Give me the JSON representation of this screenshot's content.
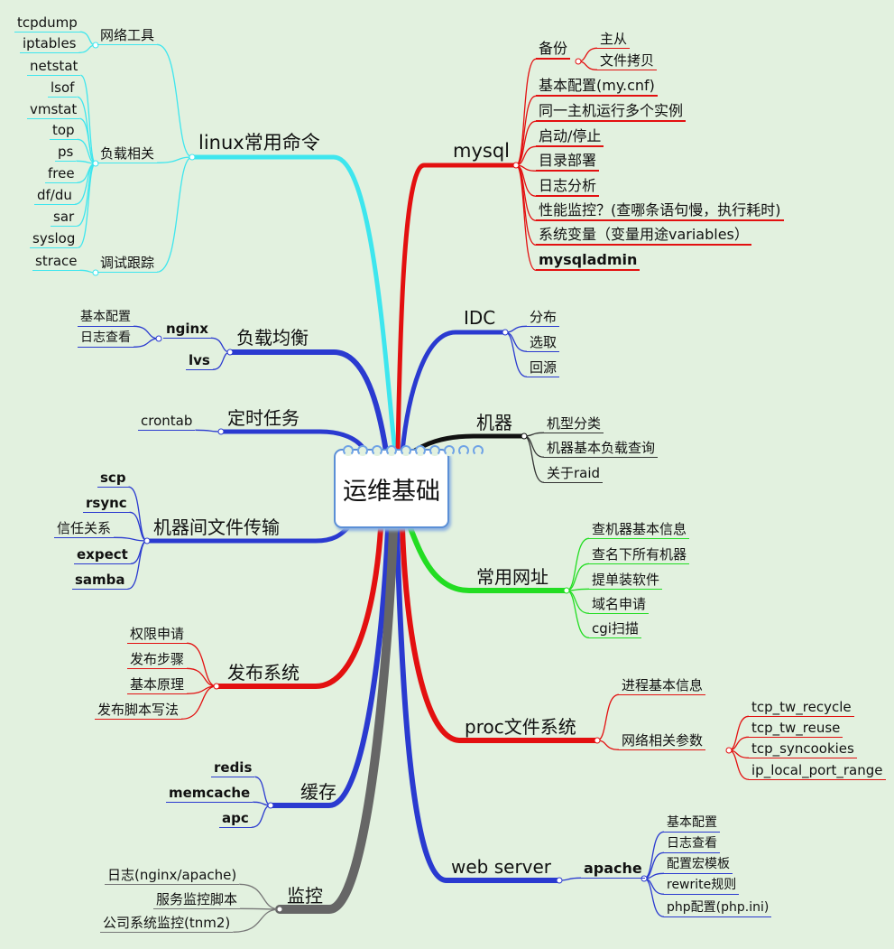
{
  "center": "运维基础",
  "colors": {
    "linux": "#3ee6ee",
    "mysql": "#e31010",
    "blue": "#2a3ad0",
    "machine": "#111111",
    "urls": "#22dd22",
    "monitor": "#666666",
    "background": "#e2f1df"
  },
  "linux": {
    "label": "linux常用命令",
    "groups": [
      {
        "label": "网络工具",
        "items": [
          "tcpdump",
          "iptables"
        ]
      },
      {
        "label": "负载相关",
        "items": [
          "netstat",
          "lsof",
          "vmstat",
          "top",
          "ps",
          "free",
          "df/du",
          "sar",
          "syslog"
        ]
      },
      {
        "label": "调试跟踪",
        "items": [
          "strace"
        ]
      }
    ]
  },
  "mysql": {
    "label": "mysql",
    "backup": {
      "label": "备份",
      "items": [
        "主从",
        "文件拷贝"
      ]
    },
    "items": [
      "基本配置(my.cnf)",
      "同一主机运行多个实例",
      "启动/停止",
      "目录部署",
      "日志分析",
      "性能监控？(查哪条语句慢，执行耗时)",
      "系统变量（变量用途variables）",
      "mysqladmin"
    ]
  },
  "idc": {
    "label": "IDC",
    "items": [
      "分布",
      "选取",
      "回源"
    ]
  },
  "machine": {
    "label": "机器",
    "items": [
      "机型分类",
      "机器基本负载查询",
      "关于raid"
    ]
  },
  "urls": {
    "label": "常用网址",
    "items": [
      "查机器基本信息",
      "查名下所有机器",
      "提单装软件",
      "域名申请",
      "cgi扫描"
    ]
  },
  "proc": {
    "label": "proc文件系统",
    "process": "进程基本信息",
    "net": {
      "label": "网络相关参数",
      "items": [
        "tcp_tw_recycle",
        "tcp_tw_reuse",
        "tcp_syncookies",
        "ip_local_port_range"
      ]
    }
  },
  "web_server": {
    "label": "web server",
    "apache": {
      "label": "apache",
      "items": [
        "基本配置",
        "日志查看",
        "配置宏模板",
        "rewrite规则",
        "php配置(php.ini)"
      ]
    }
  },
  "load_balance": {
    "label": "负载均衡",
    "nginx": {
      "label": "nginx",
      "items": [
        "基本配置",
        "日志查看"
      ]
    },
    "lvs": "lvs"
  },
  "cron": {
    "label": "定时任务",
    "items": [
      "crontab"
    ]
  },
  "file_transfer": {
    "label": "机器间文件传输",
    "items": [
      "scp",
      "rsync",
      "信任关系",
      "expect",
      "samba"
    ]
  },
  "release": {
    "label": "发布系统",
    "items": [
      "权限申请",
      "发布步骤",
      "基本原理",
      "发布脚本写法"
    ]
  },
  "cache": {
    "label": "缓存",
    "items": [
      "redis",
      "memcache",
      "apc"
    ]
  },
  "monitor": {
    "label": "监控",
    "items": [
      "日志(nginx/apache)",
      "服务监控脚本",
      "公司系统监控(tnm2)"
    ]
  }
}
